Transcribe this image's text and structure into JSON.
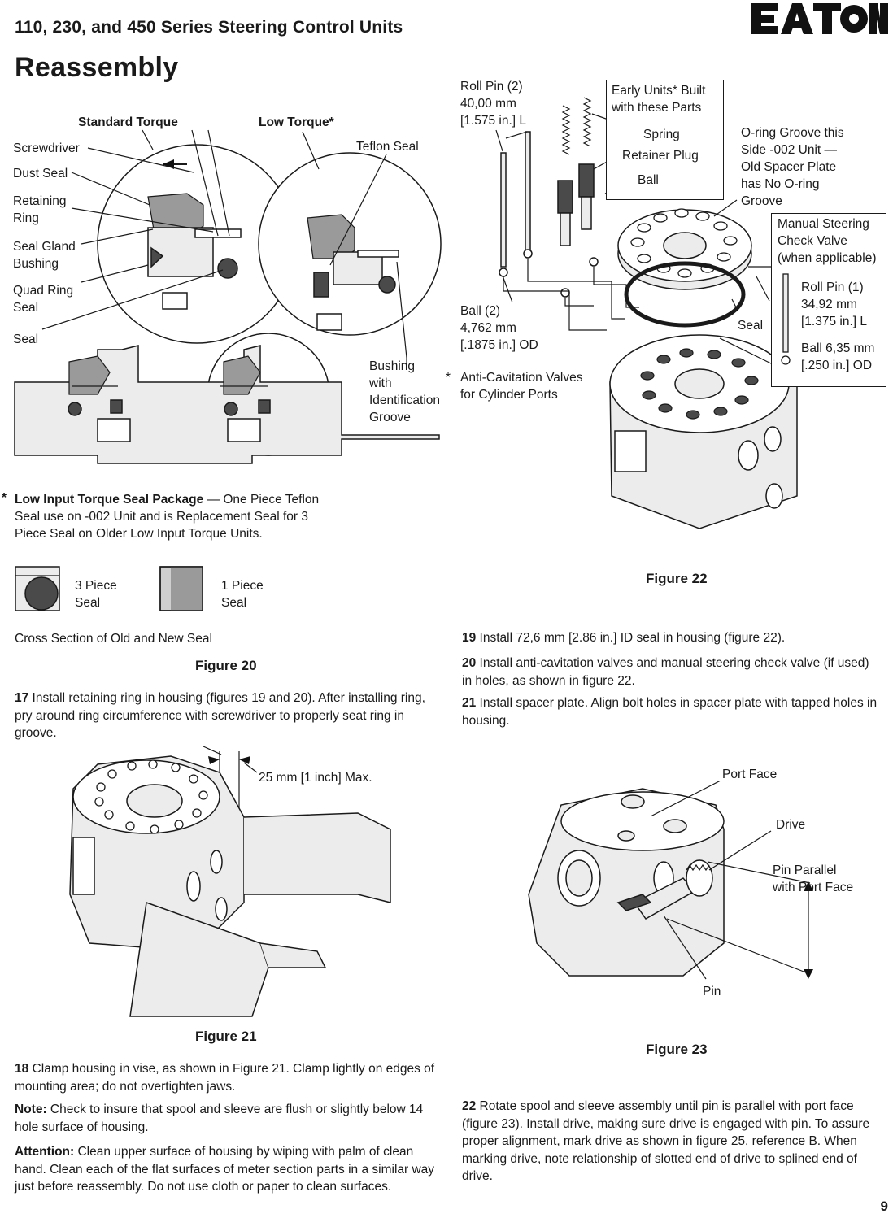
{
  "header": {
    "title": "110, 230, and 450 Series Steering Control Units",
    "logo_text": "EATON"
  },
  "section_title": "Reassembly",
  "figure20": {
    "standard_torque": "Standard Torque",
    "low_torque": "Low Torque*",
    "labels": {
      "screwdriver": "Screwdriver",
      "dust_seal": "Dust Seal",
      "retaining_ring": "Retaining\nRing",
      "seal_gland_bushing": "Seal Gland\nBushing",
      "quad_ring_seal": "Quad Ring\nSeal",
      "seal": "Seal",
      "teflon_seal": "Teflon Seal",
      "bushing_groove": "Bushing\nwith\nIdentification\nGroove"
    },
    "footnote_star": "*",
    "footnote_bold": "Low Input Torque Seal Package",
    "footnote_rest": " —  One Piece Teflon\nSeal use on -002 Unit and is Replacement Seal for 3\nPiece Seal on Older Low Input Torque Units.",
    "three_piece": "3 Piece\nSeal",
    "one_piece": "1 Piece\nSeal",
    "cross_section": "Cross Section of Old and New Seal",
    "caption": "Figure 20"
  },
  "figure22": {
    "roll_pin_2": "Roll Pin (2)\n40,00 mm\n[1.575 in.] L",
    "early_units": "Early Units*  Built\nwith these Parts",
    "spring": "Spring",
    "retainer_plug": "Retainer Plug",
    "ball": "Ball",
    "oring_groove": "O-ring Groove this\nSide -002 Unit —\nOld Spacer Plate\nhas No O-ring\nGroove",
    "manual_steering": "Manual Steering\nCheck Valve\n(when applicable)",
    "roll_pin_1": "Roll Pin (1)\n34,92 mm\n[1.375 in.] L",
    "ball_635": "Ball 6,35 mm\n[.250 in.] OD",
    "seal": "Seal",
    "ball_2": "Ball (2)\n4,762 mm\n[.1875 in.] OD",
    "anti_cav_star": "*",
    "anti_cav": "Anti-Cavitation Valves\nfor Cylinder Ports",
    "caption": "Figure 22"
  },
  "figure21": {
    "dimension": "25 mm [1 inch] Max.",
    "caption": "Figure 21"
  },
  "figure23": {
    "port_face": "Port Face",
    "drive": "Drive",
    "pin_parallel": "Pin Parallel\nwith Port Face",
    "pin": "Pin",
    "caption": "Figure 23"
  },
  "steps": {
    "s17_num": "17",
    "s17_text": "  Install retaining ring in housing (figures 19 and 20).  After installing ring, pry around ring circumference with screwdriver to properly seat ring in groove.",
    "s18_num": "18",
    "s18_text": "  Clamp housing in vise, as shown in Figure 21.  Clamp lightly on edges of mounting area; do not overtighten jaws.",
    "note_label": "Note:",
    "note_text": "  Check to insure that spool and sleeve are flush or slightly below 14 hole surface of housing.",
    "attention_label": "Attention:",
    "attention_text": "  Clean upper surface of housing by wiping with palm of clean hand. Clean each of the flat surfaces of meter section parts in a similar way just before reassembly.  Do not use cloth or paper to clean surfaces.",
    "s19_num": "19",
    "s19_text": "  Install 72,6 mm [2.86 in.] ID seal in housing (figure 22).",
    "s20_num": "20",
    "s20_text": "  Install anti-cavitation valves and manual steering check valve (if used) in holes, as shown in figure 22.",
    "s21_num": "21",
    "s21_text": "  Install spacer plate.  Align bolt holes in spacer plate with tapped holes in housing.",
    "s22_num": "22",
    "s22_text": "  Rotate spool and sleeve assembly until pin is parallel with port face (figure 23).  Install drive, making sure drive is engaged with pin. To assure proper alignment, mark drive as shown in figure 25, reference B.  When marking drive, note relationship of slotted end of drive to splined end of drive."
  },
  "page_number": "9"
}
